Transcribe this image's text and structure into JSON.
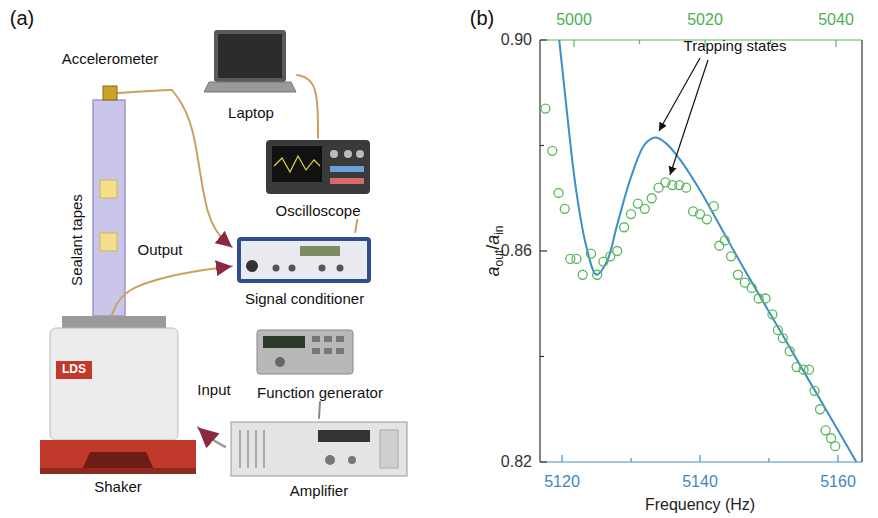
{
  "diagram": {
    "nodes": [
      {
        "text": [
          "Accelerometer"
        ]
      },
      {
        "text": [
          "Laptop"
        ]
      },
      {
        "text": [
          "Oscilloscope"
        ]
      },
      {
        "text": [
          "Signal conditioner"
        ]
      },
      {
        "text": [
          "Function generator"
        ]
      },
      {
        "text": [
          "Amplifier"
        ]
      },
      {
        "text": [
          "Shaker"
        ]
      }
    ],
    "edges": [
      {
        "from": 0,
        "to": 3,
        "arrow": "to"
      },
      {
        "from": 6,
        "to": 3,
        "label": "Output",
        "arrow": "to"
      },
      {
        "from": 5,
        "to": 6,
        "label": "Input",
        "arrow": "to"
      },
      {
        "from": 1,
        "to": 2,
        "arrow": "none"
      },
      {
        "from": 2,
        "to": 3,
        "arrow": "none"
      },
      {
        "from": 4,
        "to": 5,
        "arrow": "none"
      }
    ],
    "labels": [
      "(a)",
      "Sealant tapes",
      "LDS",
      "(b)",
      "Trapping states",
      "5000",
      "5020",
      "5040",
      "0.90",
      "0.86",
      "0.82",
      "5120",
      "5140",
      "5160",
      "Frequency (Hz)",
      "a",
      "out",
      "/",
      "a",
      "in"
    ]
  }
}
